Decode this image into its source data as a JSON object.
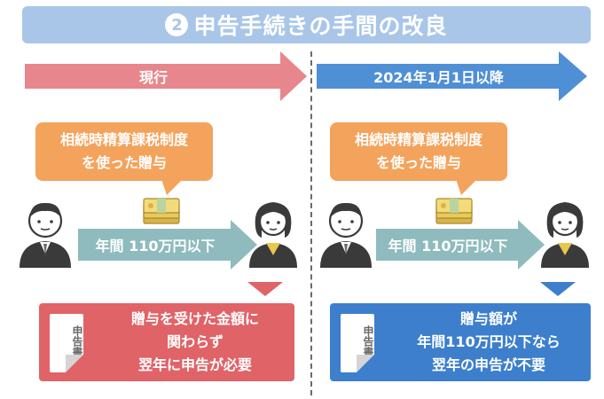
{
  "title": {
    "number": "2",
    "text": "申告手続きの手間の改良"
  },
  "phases": {
    "current": {
      "label": "現行"
    },
    "new": {
      "label": "2024年1月1日以降"
    }
  },
  "left": {
    "bubble_line1": "相続時精算課税制度",
    "bubble_line2": "を使った贈与",
    "flow_label": "年間 110万円以下",
    "doc_label": "申告書",
    "result_line1": "贈与を受けた金額に",
    "result_line2": "関わらず",
    "result_line3": "翌年に申告が必要"
  },
  "right": {
    "bubble_line1": "相続時精算課税制度",
    "bubble_line2": "を使った贈与",
    "flow_label": "年間 110万円以下",
    "doc_label": "申告書",
    "result_line1": "贈与額が",
    "result_line2": "年間110万円以下なら",
    "result_line3": "翌年の申告が不要"
  },
  "colors": {
    "title_bg": "#a9c6e8",
    "current_arrow": "#e7868c",
    "new_arrow": "#4f8fd6",
    "bubble": "#f4a35c",
    "flow_arrow": "#8fbbbe",
    "result_current": "#e06368",
    "result_new": "#3d7fcc"
  },
  "icons": [
    "male-person-icon",
    "female-person-icon",
    "money-bundle-icon",
    "document-icon"
  ]
}
